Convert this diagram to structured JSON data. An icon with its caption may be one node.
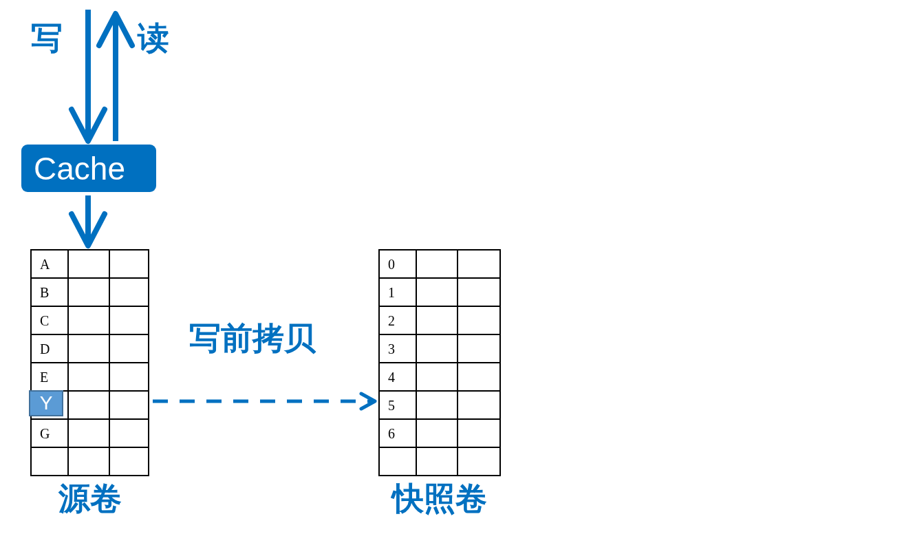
{
  "diagram": {
    "nodes": [
      {
        "text": [
          "Cache"
        ]
      },
      {
        "text": [
          "A",
          "B",
          "C",
          "D",
          "E",
          "G"
        ],
        "beside": [
          "源卷"
        ]
      },
      {
        "text": [
          "Y"
        ],
        "in": 1
      },
      {
        "text": [
          "0",
          "1",
          "2",
          "3",
          "4",
          "5",
          "6"
        ],
        "beside": [
          "快照卷"
        ]
      }
    ],
    "edges": [
      {
        "from": null,
        "to": 0,
        "arrow": "to",
        "label": "写"
      },
      {
        "from": 0,
        "to": null,
        "arrow": "to",
        "label": "读"
      },
      {
        "from": 0,
        "to": 1,
        "arrow": "to"
      },
      {
        "from": 1,
        "to": 3,
        "arrow": "to",
        "style": "dashed",
        "label": "写前拷贝"
      }
    ]
  }
}
